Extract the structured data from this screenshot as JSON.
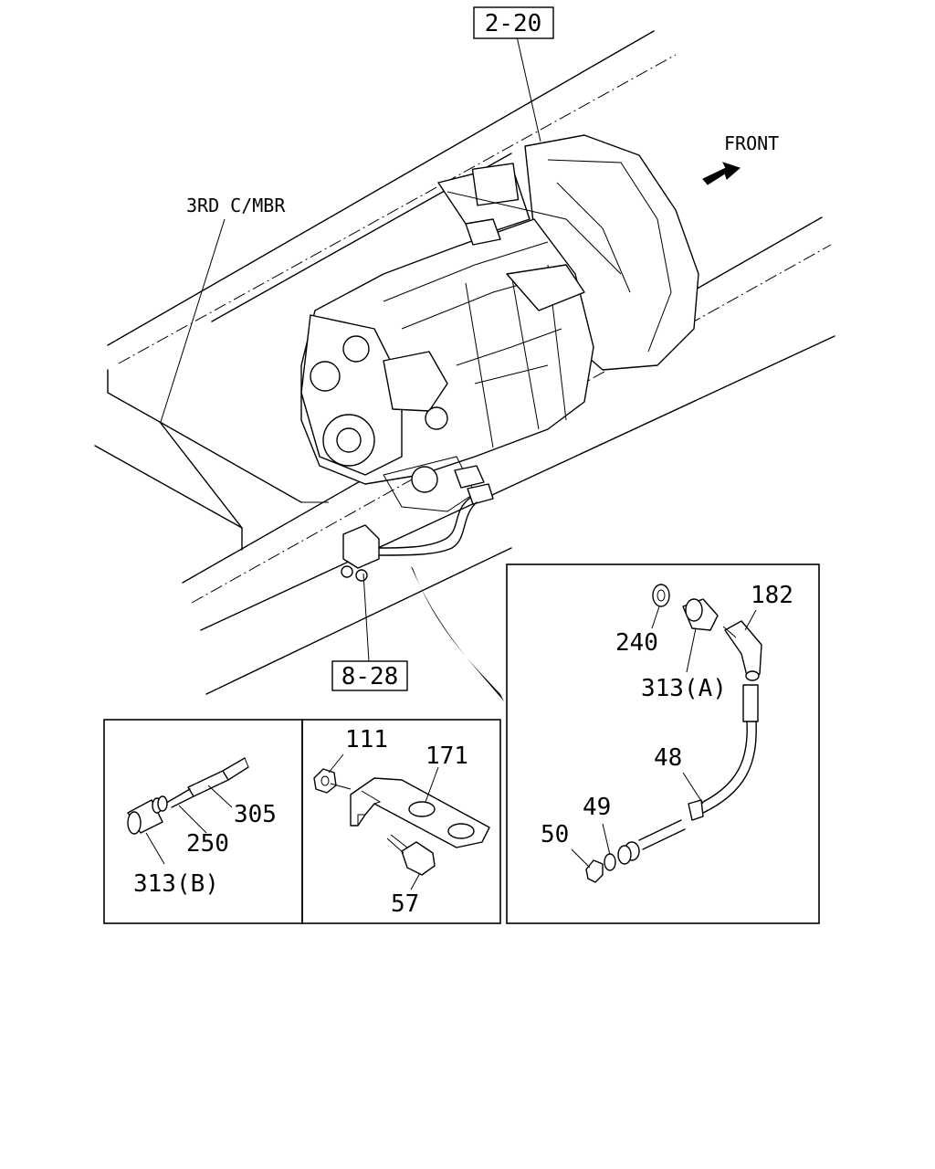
{
  "refs": {
    "ref_top": "2-20",
    "ref_mid": "8-28"
  },
  "annotations": {
    "front": "FRONT",
    "crossmember": "3RD C/MBR"
  },
  "parts": {
    "p182": "182",
    "p240": "240",
    "p313a": "313(A)",
    "p48": "48",
    "p49": "49",
    "p50": "50",
    "p111": "111",
    "p171": "171",
    "p57": "57",
    "p305": "305",
    "p250": "250",
    "p313b": "313(B)"
  }
}
